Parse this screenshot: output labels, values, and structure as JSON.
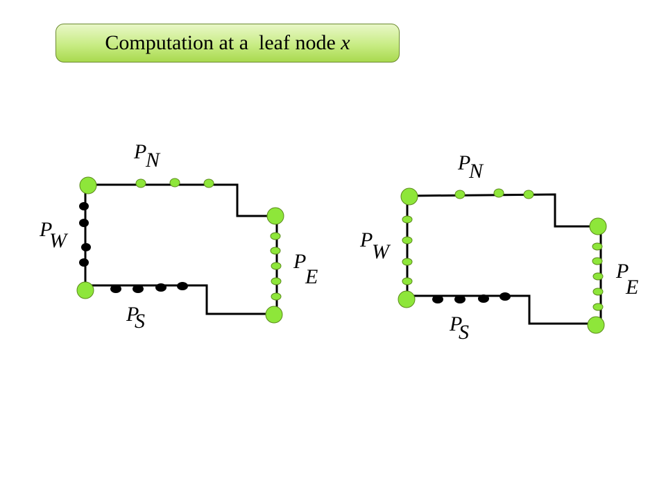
{
  "title": {
    "text": "Computation at a  leaf node ",
    "variable": "x"
  },
  "colors": {
    "green": "#8ee63a",
    "green_stroke": "#5a8a1a",
    "black": "#000000",
    "title_border": "#6b8a2e"
  },
  "labels": {
    "P": "P",
    "N": "N",
    "W": "W",
    "E": "E",
    "S": "S"
  },
  "diagrams": [
    {
      "name": "left",
      "west_dots_color": "black",
      "south_dots_color": "black"
    },
    {
      "name": "right",
      "west_dots_color": "green",
      "south_dots_color": "black"
    }
  ]
}
